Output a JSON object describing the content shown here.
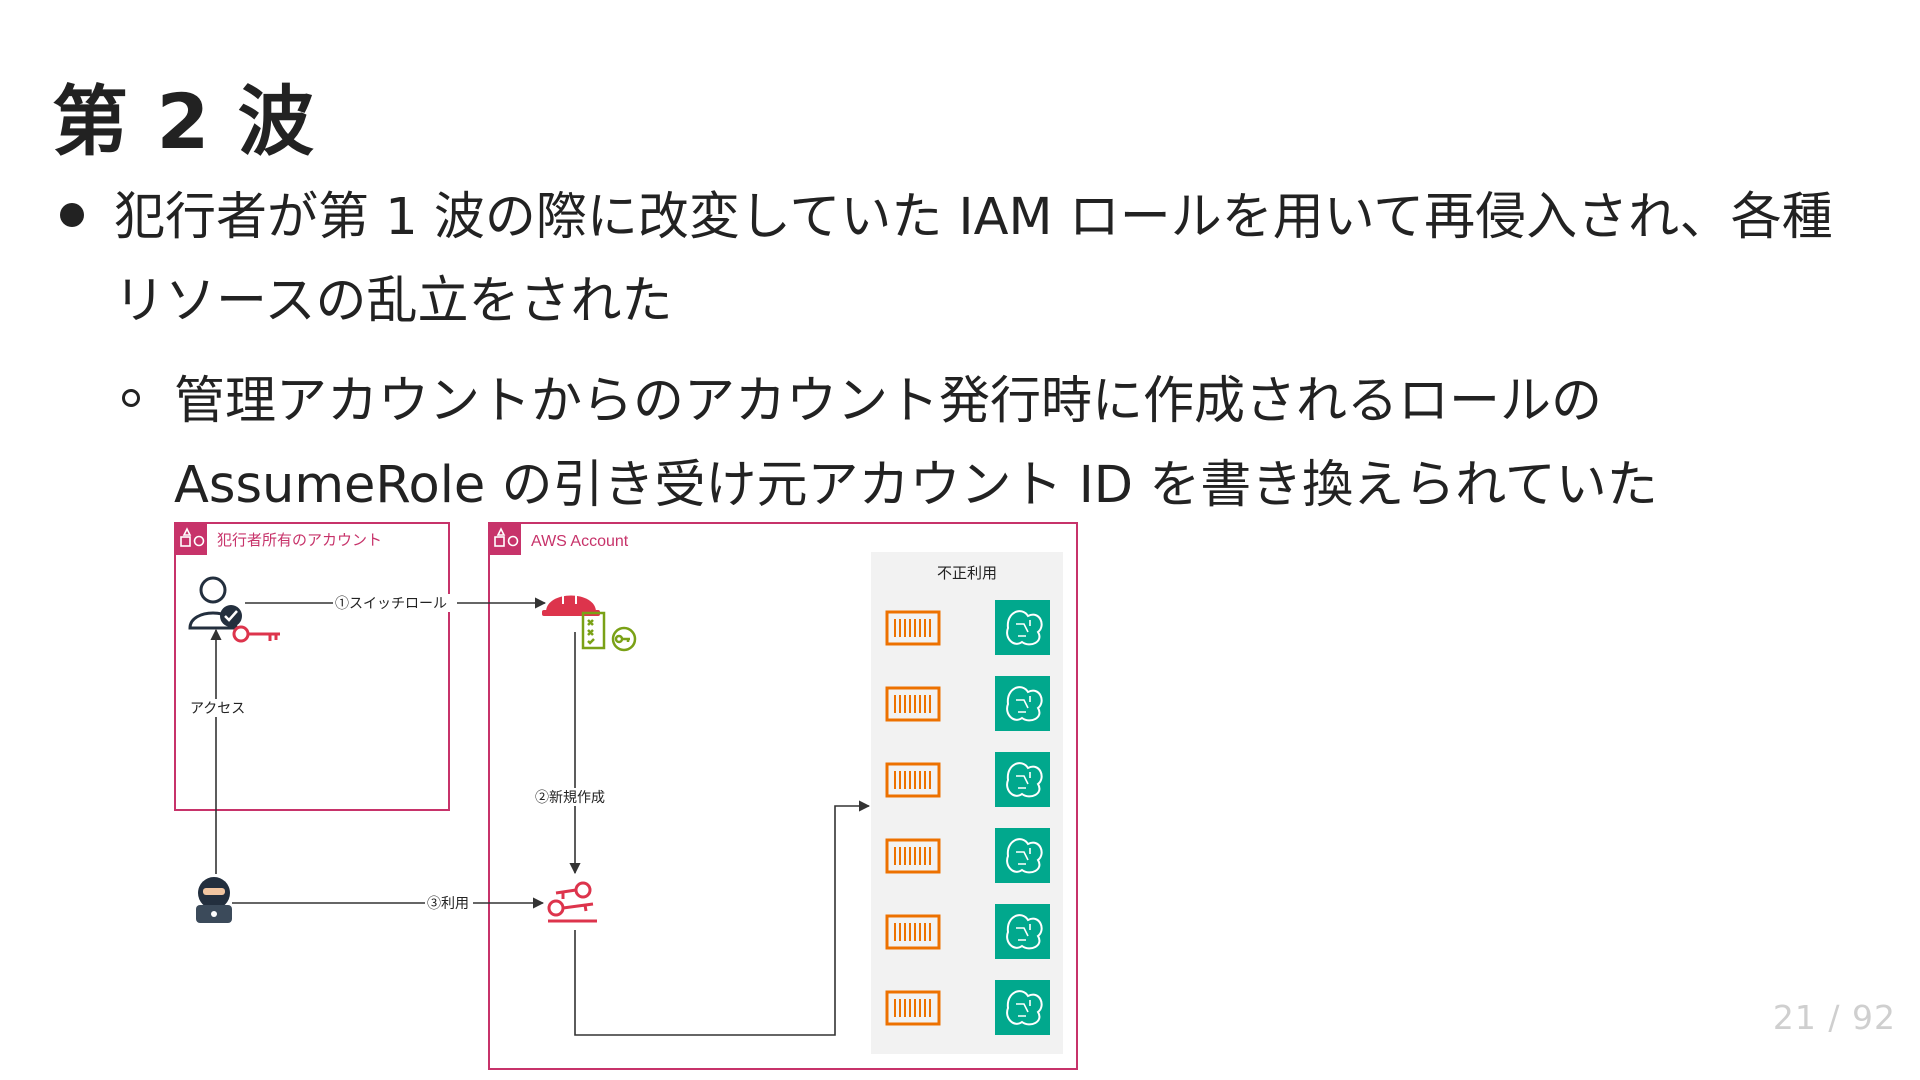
{
  "slide": {
    "title": "第 2 波",
    "bullets": [
      {
        "text": "犯行者が第 1 波の際に改変していた IAM ロールを用いて再侵入され、各種リソースの乱立をされた",
        "children": [
          {
            "text": "管理アカウントからのアカウント発行時に作成されるロールの AssumeRole の引き受け元アカウント ID を書き換えられていた"
          }
        ]
      }
    ]
  },
  "diagram": {
    "attacker_account_label": "犯行者所有のアカウント",
    "aws_account_label": "AWS Account",
    "unauthorized_use_label": "不正利用",
    "edges": {
      "switch_role": "①スイッチロール",
      "create_new": "②新規作成",
      "use": "③利用",
      "access": "アクセス"
    },
    "colors": {
      "account_border": "#c7336a",
      "group_fill": "#f2f2f2",
      "iam_red": "#dd344c",
      "policy_green": "#7aa116",
      "container_orange": "#ed7100",
      "ml_teal": "#01a88d",
      "arrow": "#555555"
    },
    "resource_rows": 6
  },
  "pager": {
    "current": "21",
    "total": "92"
  }
}
